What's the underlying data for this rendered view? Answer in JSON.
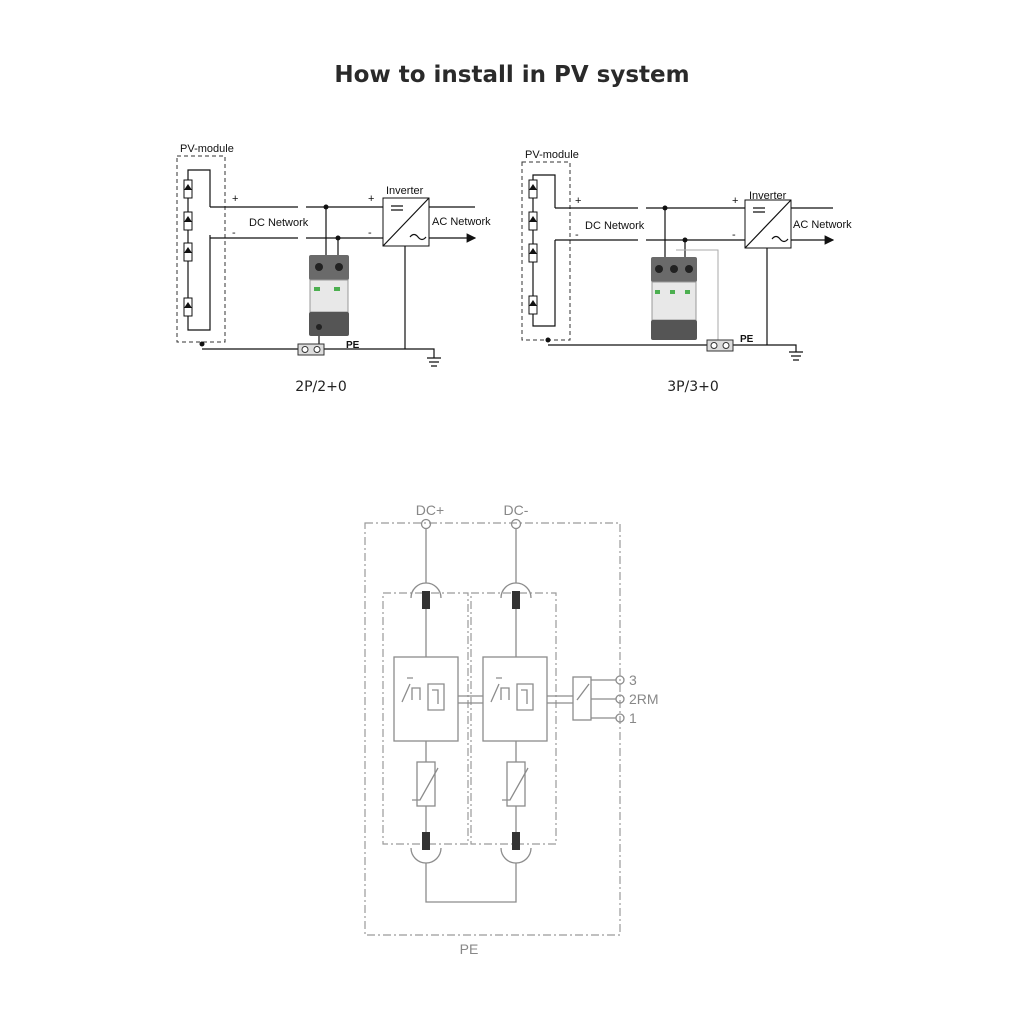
{
  "title": "How to install in PV system",
  "diagram_left": {
    "module_label": "PV-module",
    "dc_label": "DC Network",
    "inverter_label": "Inverter",
    "ac_label": "AC Network",
    "pe_label": "PE",
    "plus": "+",
    "minus": "-",
    "caption": "2P/2+0"
  },
  "diagram_right": {
    "module_label": "PV-module",
    "dc_label": "DC Network",
    "inverter_label": "Inverter",
    "ac_label": "AC Network",
    "pe_label": "PE",
    "plus": "+",
    "minus": "-",
    "caption": "3P/3+0"
  },
  "schematic": {
    "dc_plus": "DC+",
    "dc_minus": "DC-",
    "terminal_3": "3",
    "terminal_2": "2RM",
    "terminal_1": "1",
    "pe_label": "PE"
  }
}
